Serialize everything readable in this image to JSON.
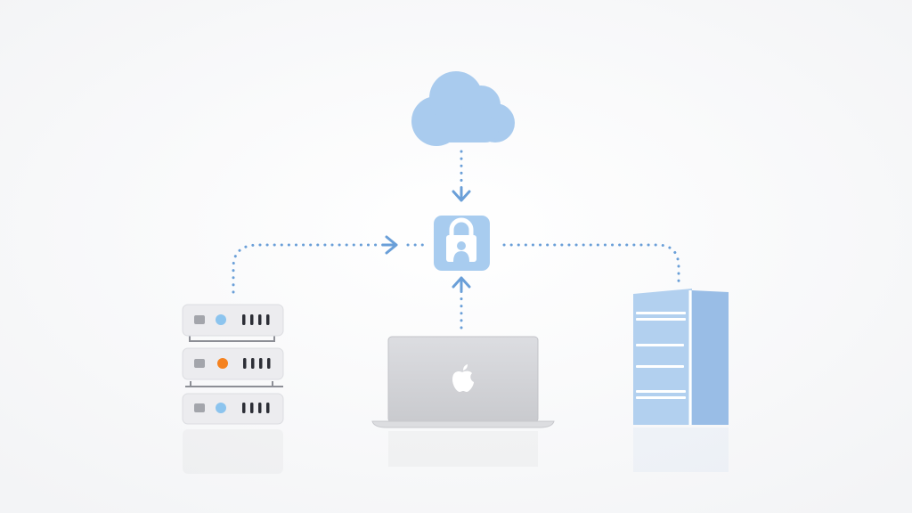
{
  "diagram": {
    "nodes": [
      {
        "id": "cloud",
        "icon": "cloud-icon"
      },
      {
        "id": "security-gateway",
        "icon": "lock-user-icon"
      },
      {
        "id": "server-rack",
        "icon": "server-rack-icon",
        "status_lights": [
          "blue",
          "orange",
          "blue"
        ]
      },
      {
        "id": "laptop",
        "icon": "laptop-icon",
        "logo": "apple-logo"
      },
      {
        "id": "tower-server",
        "icon": "tower-server-icon"
      }
    ],
    "edges": [
      {
        "from": "cloud",
        "to": "security-gateway",
        "style": "dotted",
        "arrow": true
      },
      {
        "from": "server-rack",
        "to": "security-gateway",
        "style": "dotted",
        "arrow": true
      },
      {
        "from": "laptop",
        "to": "security-gateway",
        "style": "dotted",
        "arrow": true
      },
      {
        "from": "tower-server",
        "to": "security-gateway",
        "style": "dotted",
        "arrow": false
      }
    ],
    "colors": {
      "accent": "#6a9fd8",
      "cloud": "#a9cbee",
      "lock_box": "#a8ccef",
      "server_body": "#ececef",
      "status_blue": "#8cc4ee",
      "status_orange": "#f5821f",
      "laptop": "#d4d5d9",
      "tower": "#a9c9ec"
    }
  }
}
